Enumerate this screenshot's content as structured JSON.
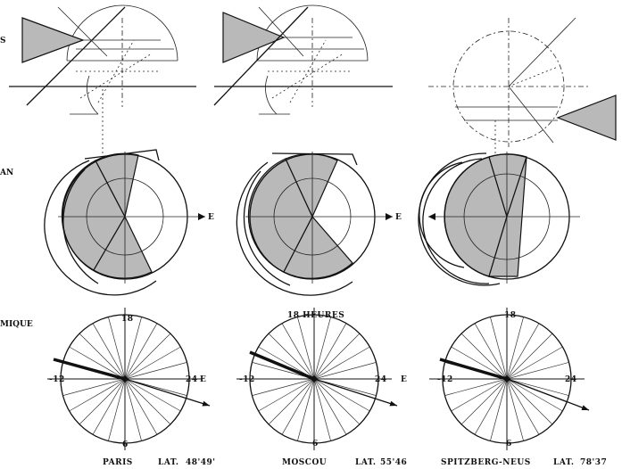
{
  "row_labels": [
    "S",
    "AN",
    "MIQUE"
  ],
  "columns": [
    {
      "id": "paris",
      "city": "PARIS",
      "lat_label": "LAT.",
      "lat_value": "48'49'"
    },
    {
      "id": "moscou",
      "city": "MOSCOU",
      "lat_label": "LAT.",
      "lat_value": "55'46"
    },
    {
      "id": "spitzberg",
      "city": "SPITZBERG-NEUS",
      "lat_label": "LAT.",
      "lat_value": "78'37"
    }
  ],
  "bottom_labels": {
    "top_hour_col1": "18",
    "top_hour_col2": "18 HEURES",
    "top_hour_col3": "18",
    "bottom_hour": "6",
    "left_hour": "-12",
    "right_hour": "24",
    "right_hour_col1": "24",
    "east_marker": "E"
  },
  "middle_labels": {
    "east_marker": "E"
  }
}
